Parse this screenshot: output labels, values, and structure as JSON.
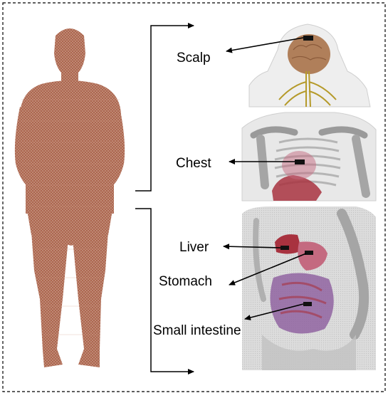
{
  "figure": {
    "labels": {
      "scalp": "Scalp",
      "chest": "Chest",
      "liver": "Liver",
      "stomach": "Stomach",
      "small_intestine": "Small intestine"
    },
    "colors": {
      "body_mesh": "#a9614a",
      "body_mesh_light": "#d9b7a6",
      "frame_dash": "#000000",
      "organ_pink": "#c46a80",
      "organ_red": "#a8323f",
      "organ_purple": "#8c5d9e",
      "skeleton": "#9a9a9a",
      "panel_bg": "#e3e3e3",
      "brain": "#b07f5a",
      "nerves": "#b59a2a"
    },
    "icons": [
      "right-arrow-icon",
      "pointer-arrow-icon"
    ]
  }
}
